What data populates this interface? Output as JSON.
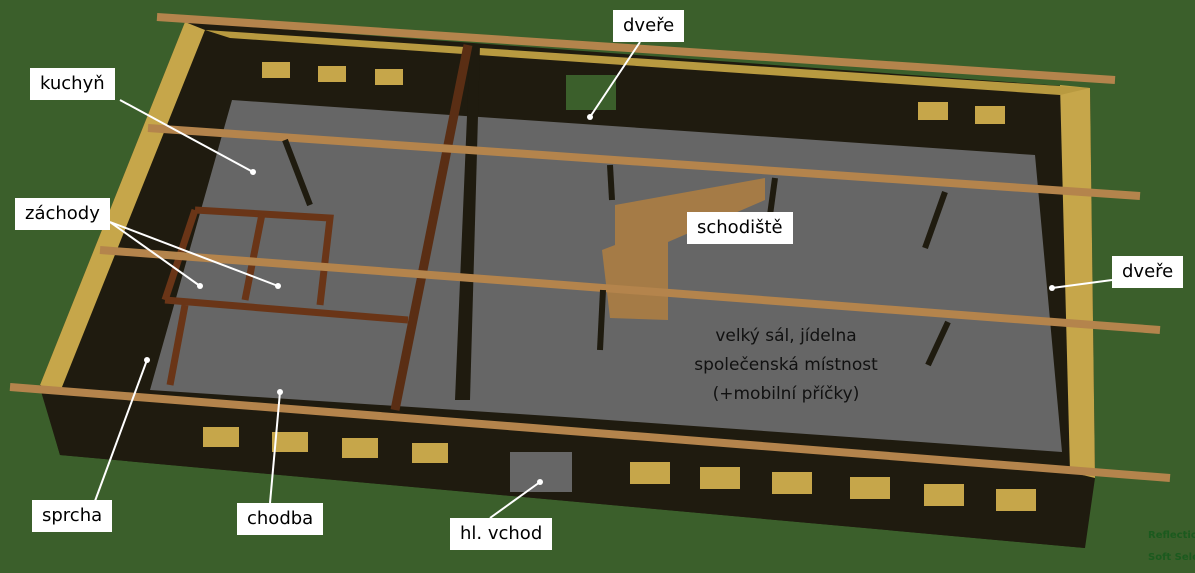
{
  "labels": {
    "kitchen": "kuchyň",
    "door_top": "dveře",
    "toilets": "záchody",
    "stairs": "schodiště",
    "door_right": "dveře",
    "shower": "sprcha",
    "corridor": "chodba",
    "main_entrance": "hl. vchod"
  },
  "hall": {
    "line1": "velký sál, jídelna",
    "line2": "společenská místnost",
    "line3": "(+mobilní příčky)"
  },
  "status": {
    "line1": "Reflectio",
    "line2": "Soft Sele"
  },
  "colors": {
    "background": "#3b5f2b",
    "floor": "#666666",
    "wall": "#1f1b0f",
    "wall_top": "#c6a64a",
    "beam": "#b4844c",
    "frame": "#5a2e14"
  }
}
